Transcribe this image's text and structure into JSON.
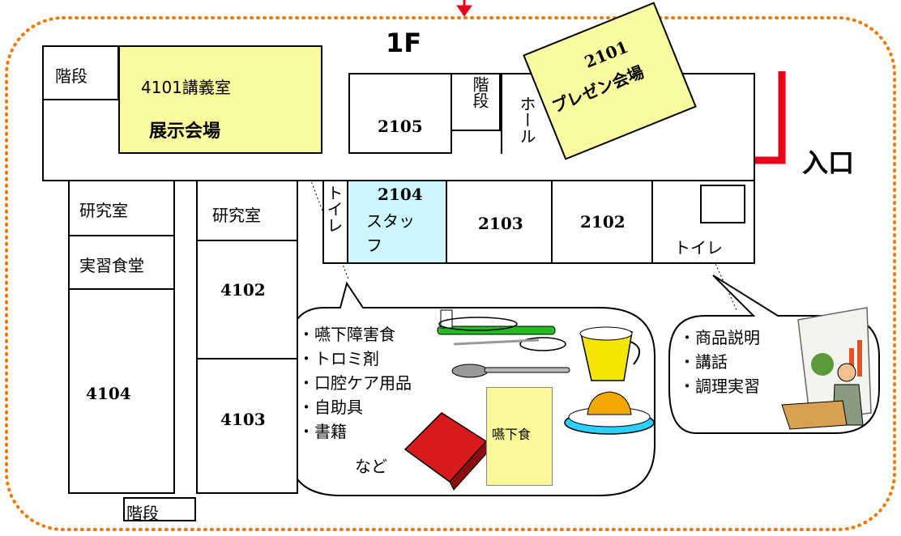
{
  "floor_label": "1F",
  "entrance_label": "入口",
  "rooms": {
    "stairs_top_left": "階段",
    "room_4101_number": "4101講義室",
    "room_4101_event": "展示会場",
    "room_2105": "2105",
    "stairs_middle": "階段",
    "hall": "ホール",
    "room_2101_number": "2101",
    "room_2101_event": "プレゼン会場",
    "lab_1": "研究室",
    "lab_2": "研究室",
    "practice_dining": "実習食堂",
    "room_4104": "4104",
    "room_4102": "4102",
    "room_4103": "4103",
    "toilet_left": "トイレ",
    "room_2104_number": "2104",
    "room_2104_role": "スタッフ",
    "room_2103": "2103",
    "room_2102": "2102",
    "toilet_right": "トイレ",
    "stairs_bottom": "階段"
  },
  "exhibit_bubble": {
    "items": [
      "・嚥下障害食",
      "・トロミ剤",
      "・口腔ケア用品",
      "・自助具",
      "・書籍"
    ],
    "etc": "など",
    "package_label": "嚥下食"
  },
  "presentation_bubble": {
    "items": [
      "・商品説明",
      "・講話",
      "・調理実習"
    ]
  },
  "colors": {
    "border_dots": "#f07800",
    "entrance_arrow": "#e8001c",
    "highlight_yellow": "#fafaa0",
    "staff_room": "#ccf7ff"
  }
}
